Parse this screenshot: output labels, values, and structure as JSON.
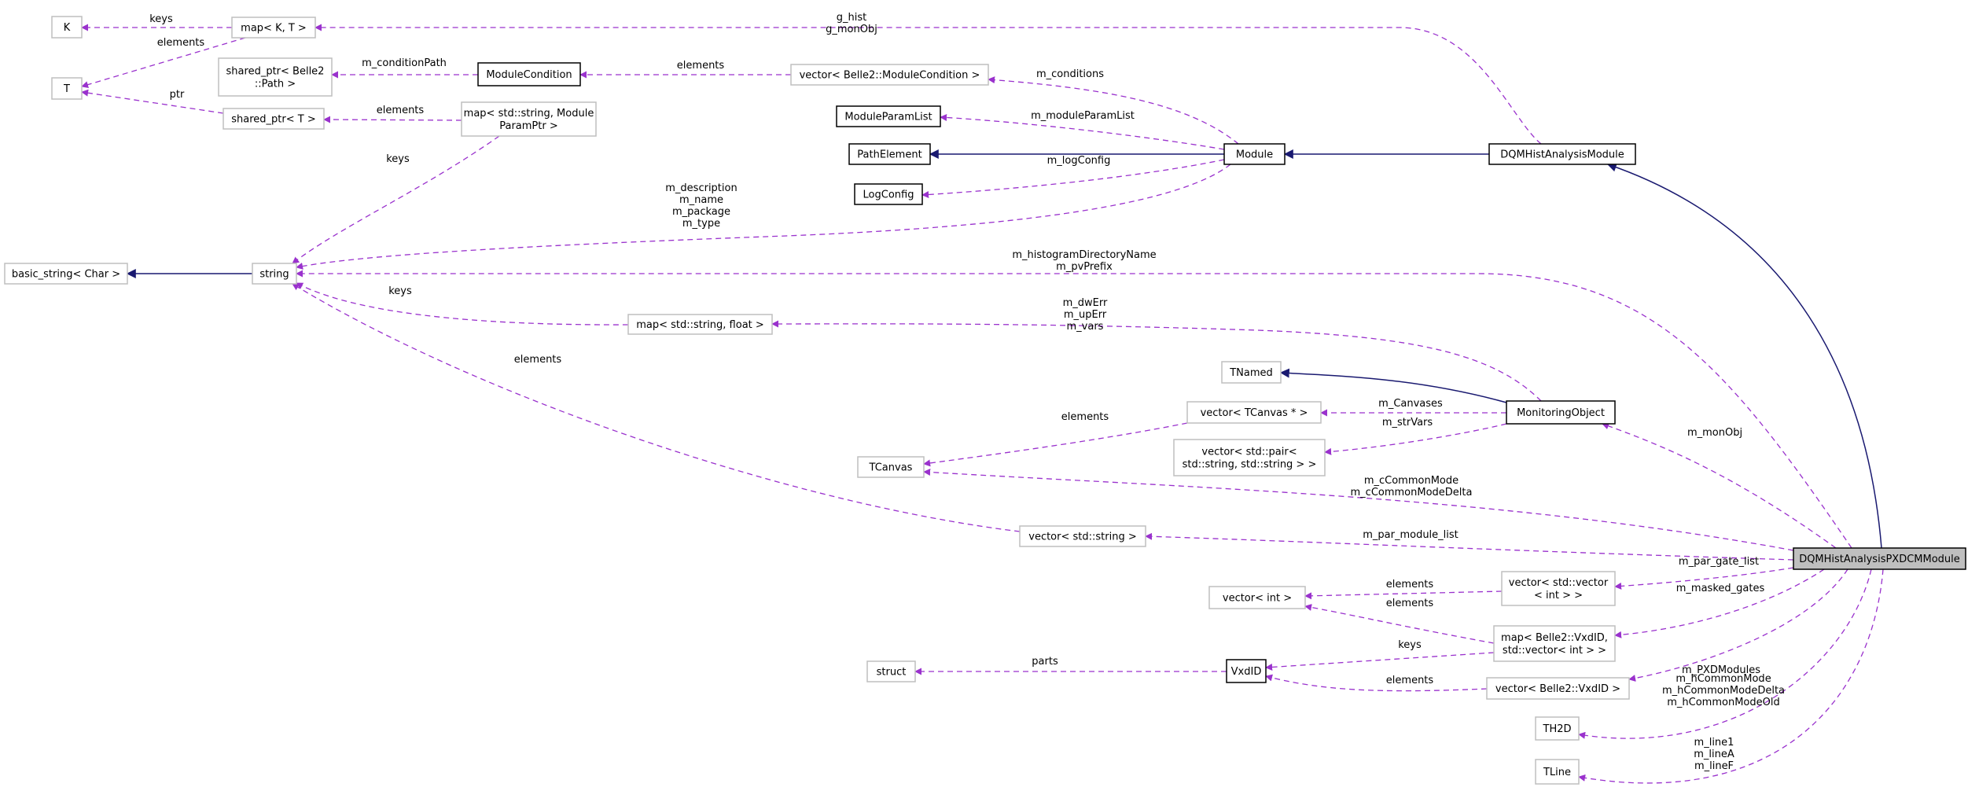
{
  "colors": {
    "usage": "#9a32cd",
    "inherit": "#191970",
    "highlight_fill": "#bfbfbf"
  },
  "nodes": [
    {
      "id": "K",
      "label": [
        "K"
      ],
      "style": "gray"
    },
    {
      "id": "mapKT",
      "label": [
        "map< K, T >"
      ],
      "style": "gray"
    },
    {
      "id": "T",
      "label": [
        "T"
      ],
      "style": "gray"
    },
    {
      "id": "sharedPath",
      "label": [
        "shared_ptr< Belle2",
        "::Path >"
      ],
      "style": "gray"
    },
    {
      "id": "ModuleCondition",
      "label": [
        "ModuleCondition"
      ],
      "style": "black"
    },
    {
      "id": "sharedT",
      "label": [
        "shared_ptr< T >"
      ],
      "style": "gray"
    },
    {
      "id": "mapParam",
      "label": [
        "map< std::string, Module",
        "ParamPtr >"
      ],
      "style": "gray"
    },
    {
      "id": "basicString",
      "label": [
        "basic_string< Char >"
      ],
      "style": "gray"
    },
    {
      "id": "string",
      "label": [
        "string"
      ],
      "style": "gray"
    },
    {
      "id": "vecModCond",
      "label": [
        "vector< Belle2::ModuleCondition >"
      ],
      "style": "gray"
    },
    {
      "id": "ModuleParamList",
      "label": [
        "ModuleParamList"
      ],
      "style": "black"
    },
    {
      "id": "PathElement",
      "label": [
        "PathElement"
      ],
      "style": "black"
    },
    {
      "id": "LogConfig",
      "label": [
        "LogConfig"
      ],
      "style": "black"
    },
    {
      "id": "Module",
      "label": [
        "Module"
      ],
      "style": "black"
    },
    {
      "id": "DQMHistAnalysisModule",
      "label": [
        "DQMHistAnalysisModule"
      ],
      "style": "black"
    },
    {
      "id": "mapFloat",
      "label": [
        "map< std::string, float >"
      ],
      "style": "gray"
    },
    {
      "id": "TNamed",
      "label": [
        "TNamed"
      ],
      "style": "gray"
    },
    {
      "id": "vecTCanvas",
      "label": [
        "vector< TCanvas * >"
      ],
      "style": "gray"
    },
    {
      "id": "MonitoringObject",
      "label": [
        "MonitoringObject"
      ],
      "style": "black"
    },
    {
      "id": "vecPair",
      "label": [
        "vector< std::pair<",
        "std::string, std::string > >"
      ],
      "style": "gray"
    },
    {
      "id": "TCanvas",
      "label": [
        "TCanvas"
      ],
      "style": "gray"
    },
    {
      "id": "vecString",
      "label": [
        "vector< std::string >"
      ],
      "style": "gray"
    },
    {
      "id": "PXDCM",
      "label": [
        "DQMHistAnalysisPXDCMModule"
      ],
      "style": "highlight"
    },
    {
      "id": "vecVecInt",
      "label": [
        "vector< std::vector",
        "< int > >"
      ],
      "style": "gray"
    },
    {
      "id": "vecInt",
      "label": [
        "vector< int >"
      ],
      "style": "gray"
    },
    {
      "id": "mapVxd",
      "label": [
        "map< Belle2::VxdID,",
        "std::vector< int > >"
      ],
      "style": "gray"
    },
    {
      "id": "struct",
      "label": [
        "struct"
      ],
      "style": "gray"
    },
    {
      "id": "VxdID",
      "label": [
        "VxdID"
      ],
      "style": "black"
    },
    {
      "id": "vecVxd",
      "label": [
        "vector< Belle2::VxdID >"
      ],
      "style": "gray"
    },
    {
      "id": "TH2D",
      "label": [
        "TH2D"
      ],
      "style": "gray"
    },
    {
      "id": "TLine",
      "label": [
        "TLine"
      ],
      "style": "gray"
    }
  ],
  "edges": [
    {
      "from": "mapKT",
      "to": "K",
      "kind": "usage",
      "label": [
        "keys"
      ]
    },
    {
      "from": "mapKT",
      "to": "T",
      "kind": "usage",
      "label": [
        "elements"
      ]
    },
    {
      "from": "sharedT",
      "to": "T",
      "kind": "usage",
      "label": [
        "ptr"
      ]
    },
    {
      "from": "ModuleCondition",
      "to": "sharedPath",
      "kind": "usage",
      "label": [
        "m_conditionPath"
      ]
    },
    {
      "from": "vecModCond",
      "to": "ModuleCondition",
      "kind": "usage",
      "label": [
        "elements"
      ]
    },
    {
      "from": "mapParam",
      "to": "sharedT",
      "kind": "usage",
      "label": [
        "elements"
      ]
    },
    {
      "from": "mapParam",
      "to": "string",
      "kind": "usage",
      "label": [
        "keys"
      ]
    },
    {
      "from": "mapFloat",
      "to": "string",
      "kind": "usage",
      "label": [
        "keys"
      ]
    },
    {
      "from": "string",
      "to": "basicString",
      "kind": "inherit",
      "label": []
    },
    {
      "from": "DQMHistAnalysisModule",
      "to": "mapKT",
      "kind": "usage",
      "label": [
        "g_hist",
        "g_monObj"
      ]
    },
    {
      "from": "Module",
      "to": "vecModCond",
      "kind": "usage",
      "label": [
        "m_conditions"
      ]
    },
    {
      "from": "Module",
      "to": "ModuleParamList",
      "kind": "usage",
      "label": [
        "m_moduleParamList"
      ]
    },
    {
      "from": "Module",
      "to": "PathElement",
      "kind": "inherit",
      "label": []
    },
    {
      "from": "Module",
      "to": "LogConfig",
      "kind": "usage",
      "label": [
        "m_logConfig"
      ]
    },
    {
      "from": "Module",
      "to": "string",
      "kind": "usage",
      "label": [
        "m_description",
        "m_name",
        "m_package",
        "m_type"
      ]
    },
    {
      "from": "DQMHistAnalysisModule",
      "to": "Module",
      "kind": "inherit",
      "label": []
    },
    {
      "from": "PXDCM",
      "to": "DQMHistAnalysisModule",
      "kind": "inherit",
      "label": []
    },
    {
      "from": "PXDCM",
      "to": "string",
      "kind": "usage",
      "label": [
        "m_histogramDirectoryName",
        "m_pvPrefix"
      ]
    },
    {
      "from": "MonitoringObject",
      "to": "mapFloat",
      "kind": "usage",
      "label": [
        "m_dwErr",
        "m_upErr",
        "m_vars"
      ]
    },
    {
      "from": "MonitoringObject",
      "to": "TNamed",
      "kind": "inherit",
      "label": []
    },
    {
      "from": "MonitoringObject",
      "to": "vecTCanvas",
      "kind": "usage",
      "label": [
        "m_Canvases"
      ]
    },
    {
      "from": "MonitoringObject",
      "to": "vecPair",
      "kind": "usage",
      "label": [
        "m_strVars"
      ]
    },
    {
      "from": "vecTCanvas",
      "to": "TCanvas",
      "kind": "usage",
      "label": [
        "elements"
      ]
    },
    {
      "from": "PXDCM",
      "to": "MonitoringObject",
      "kind": "usage",
      "label": [
        "m_monObj"
      ]
    },
    {
      "from": "PXDCM",
      "to": "TCanvas",
      "kind": "usage",
      "label": [
        "m_cCommonMode",
        "m_cCommonModeDelta"
      ]
    },
    {
      "from": "vecString",
      "to": "string",
      "kind": "usage",
      "label": [
        "elements"
      ]
    },
    {
      "from": "PXDCM",
      "to": "vecString",
      "kind": "usage",
      "label": [
        "m_par_module_list"
      ]
    },
    {
      "from": "PXDCM",
      "to": "vecVecInt",
      "kind": "usage",
      "label": [
        "m_par_gate_list"
      ]
    },
    {
      "from": "vecVecInt",
      "to": "vecInt",
      "kind": "usage",
      "label": [
        "elements"
      ]
    },
    {
      "from": "mapVxd",
      "to": "vecInt",
      "kind": "usage",
      "label": [
        "elements"
      ]
    },
    {
      "from": "PXDCM",
      "to": "mapVxd",
      "kind": "usage",
      "label": [
        "m_masked_gates"
      ]
    },
    {
      "from": "mapVxd",
      "to": "VxdID",
      "kind": "usage",
      "label": [
        "keys"
      ]
    },
    {
      "from": "VxdID",
      "to": "struct",
      "kind": "usage",
      "label": [
        "parts"
      ]
    },
    {
      "from": "vecVxd",
      "to": "VxdID",
      "kind": "usage",
      "label": [
        "elements"
      ]
    },
    {
      "from": "PXDCM",
      "to": "vecVxd",
      "kind": "usage",
      "label": [
        "m_PXDModules"
      ]
    },
    {
      "from": "PXDCM",
      "to": "TH2D",
      "kind": "usage",
      "label": [
        "m_hCommonMode",
        "m_hCommonModeDelta",
        "m_hCommonModeOld"
      ]
    },
    {
      "from": "PXDCM",
      "to": "TLine",
      "kind": "usage",
      "label": [
        "m_line1",
        "m_lineA",
        "m_lineF"
      ]
    }
  ]
}
